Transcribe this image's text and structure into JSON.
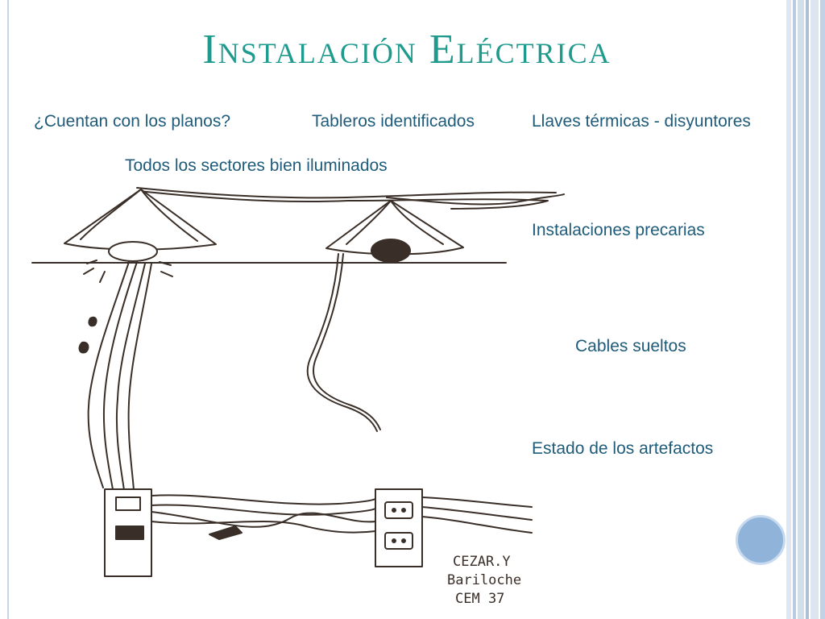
{
  "slide": {
    "title": "Instalación Eléctrica",
    "labels": {
      "planos": "¿Cuentan con los planos?",
      "tableros": "Tableros identificados",
      "llaves": "Llaves térmicas - disyuntores",
      "sectores": "Todos los sectores bien iluminados",
      "precarias": "Instalaciones precarias",
      "cables": "Cables sueltos",
      "artefactos": "Estado de los artefactos"
    },
    "signature": [
      "CEZAR.Y",
      "Bariloche",
      "CEM 37"
    ]
  },
  "colors": {
    "title": "#1f9b8e",
    "text": "#1f5b7a",
    "ink": "#3a2f28",
    "accent_circle": "#8fb3d9"
  }
}
